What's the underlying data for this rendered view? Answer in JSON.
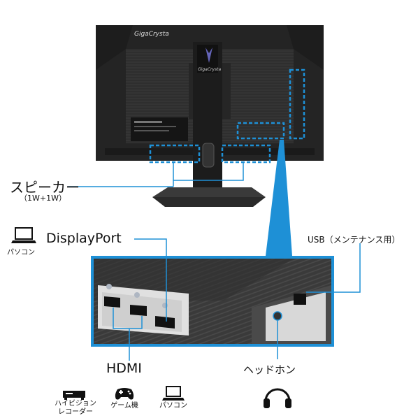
{
  "brand": {
    "logo_text": "GigaCrysta"
  },
  "labels": {
    "speaker_title": "スピーカー",
    "speaker_spec": "（1W+1W）",
    "displayport": "DisplayPort",
    "dp_device": "パソコン",
    "usb": "USB（メンテナンス用）",
    "hdmi": "HDMI",
    "headphone": "ヘッドホン"
  },
  "hdmi_devices": [
    {
      "icon": "recorder-icon",
      "label_line1": "ハイビジョン",
      "label_line2": "レコーダー"
    },
    {
      "icon": "gamepad-icon",
      "label_line1": "ゲーム機",
      "label_line2": ""
    },
    {
      "icon": "laptop-icon",
      "label_line1": "パソコン",
      "label_line2": ""
    }
  ],
  "colors": {
    "accent": "#1e90d6",
    "monitor_body": "#2b2b2b",
    "label_text": "#111111"
  }
}
